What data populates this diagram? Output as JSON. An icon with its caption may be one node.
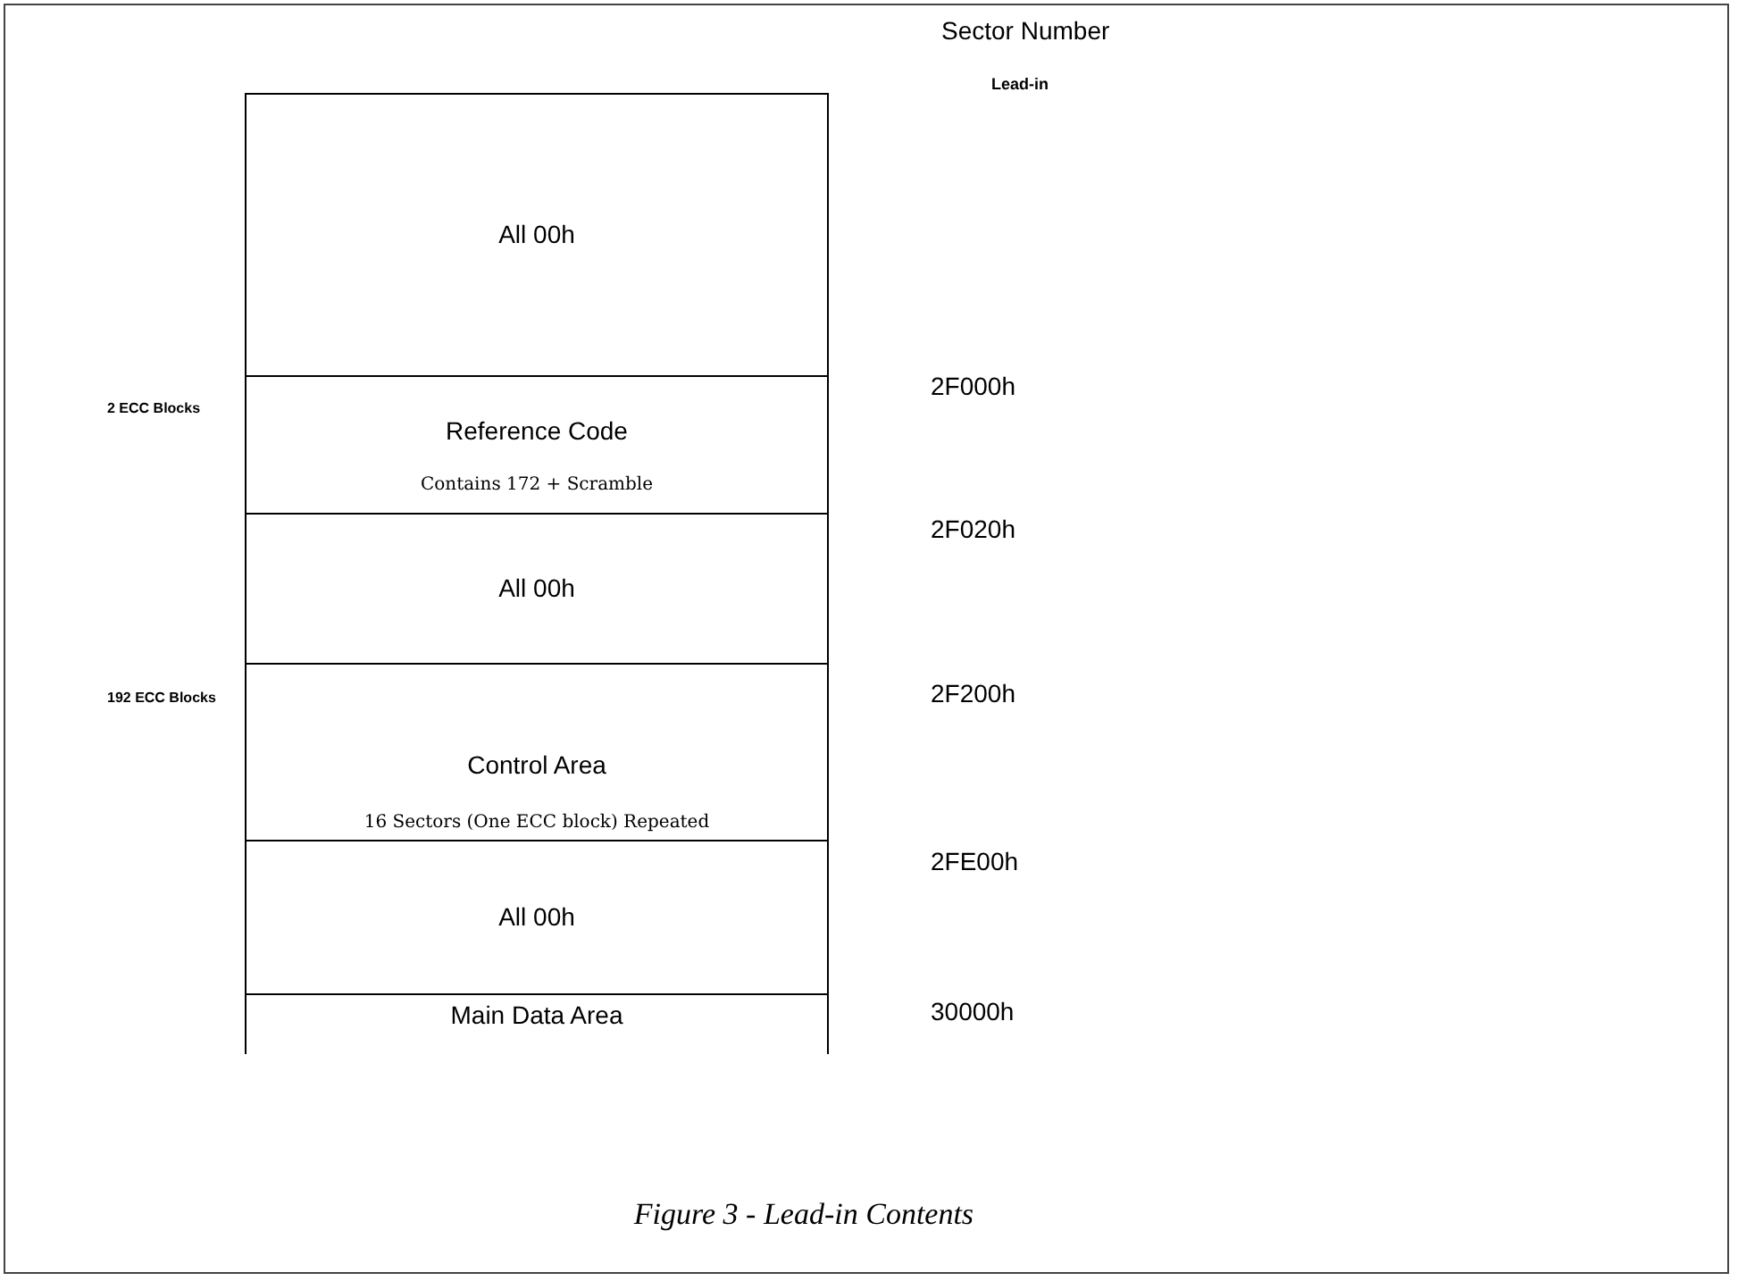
{
  "diagram": {
    "caption": "Figure 3 - Lead-in Contents",
    "nodes": [
      {
        "text": [
          "All 00h"
        ]
      },
      {
        "text": [
          "Reference Code",
          "Contains 172 + Scramble"
        ],
        "beside": [
          "2 ECC Blocks"
        ]
      },
      {
        "text": [
          "All 00h"
        ]
      },
      {
        "text": [
          "Control Area",
          "16 Sectors (One ECC block) Repeated"
        ],
        "beside": [
          "192 ECC Blocks"
        ]
      },
      {
        "text": [
          "All 00h"
        ]
      },
      {
        "text": [
          "Main Data Area"
        ]
      }
    ],
    "edges": [],
    "labels": [
      "Sector Number",
      "Lead-in",
      "2F000h",
      "2F020h",
      "2F200h",
      "2FE00h",
      "30000h"
    ]
  }
}
